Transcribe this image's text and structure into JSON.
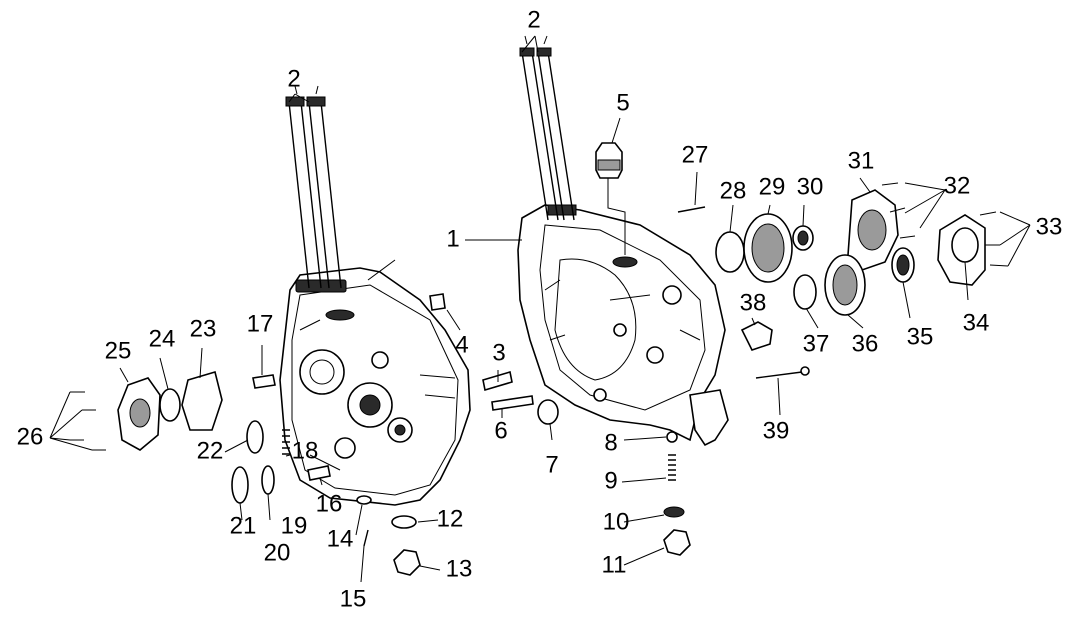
{
  "labels": {
    "l1": "1",
    "l2a": "2",
    "l2b": "2",
    "l3": "3",
    "l4": "4",
    "l5": "5",
    "l6": "6",
    "l7": "7",
    "l8": "8",
    "l9": "9",
    "l10": "10",
    "l11": "11",
    "l12": "12",
    "l13": "13",
    "l14": "14",
    "l15": "15",
    "l16": "16",
    "l17": "17",
    "l18": "18",
    "l19": "19",
    "l20": "20",
    "l21": "21",
    "l22": "22",
    "l23": "23",
    "l24": "24",
    "l25": "25",
    "l26": "26",
    "l27": "27",
    "l28": "28",
    "l29": "29",
    "l30": "30",
    "l31": "31",
    "l32": "32",
    "l33": "33",
    "l34": "34",
    "l35": "35",
    "l36": "36",
    "l37": "37",
    "l38": "38",
    "l39": "39"
  }
}
